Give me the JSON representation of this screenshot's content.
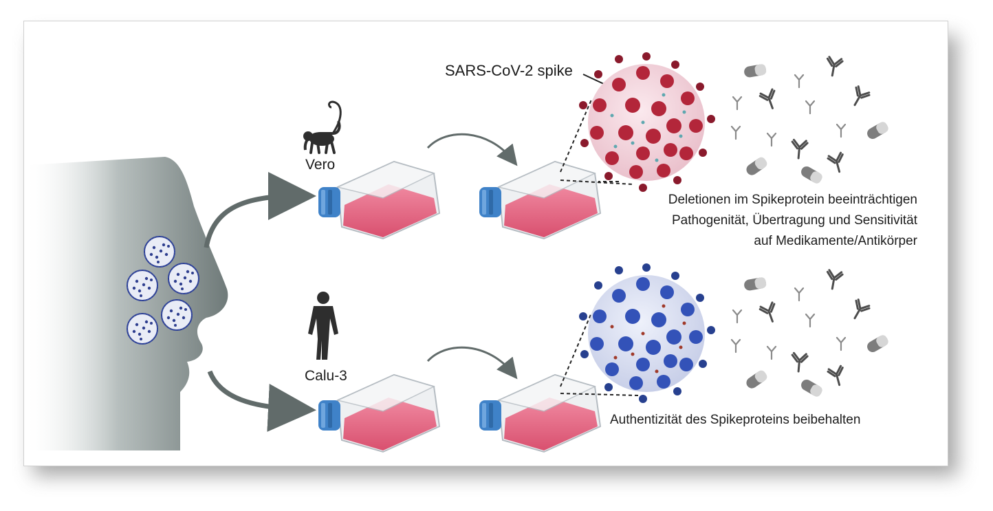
{
  "labels": {
    "vero": "Vero",
    "calu": "Calu-3",
    "spike": "SARS-CoV-2 spike"
  },
  "captions": {
    "top": [
      "Deletionen im Spikeprotein beeinträchtigen",
      "Pathogenität, Übertragung und Sensitivität",
      "auf Medikamente/Antikörper"
    ],
    "bottom": "Authentizität des Spikeproteins beibehalten"
  },
  "colors": {
    "face": "#6f7a79",
    "arrow": "#616b6a",
    "flask_fill": "#e0607c",
    "flask_cap": "#3f82c8",
    "virus_red": "#b3263a",
    "virus_blue": "#3352b8",
    "capsule": "#7d7d7d",
    "antibody": "#4d4d4d"
  },
  "icons": [
    "monkey-icon",
    "human-icon",
    "flask-icon",
    "virus-icon",
    "antibody-icon",
    "capsule-icon"
  ]
}
